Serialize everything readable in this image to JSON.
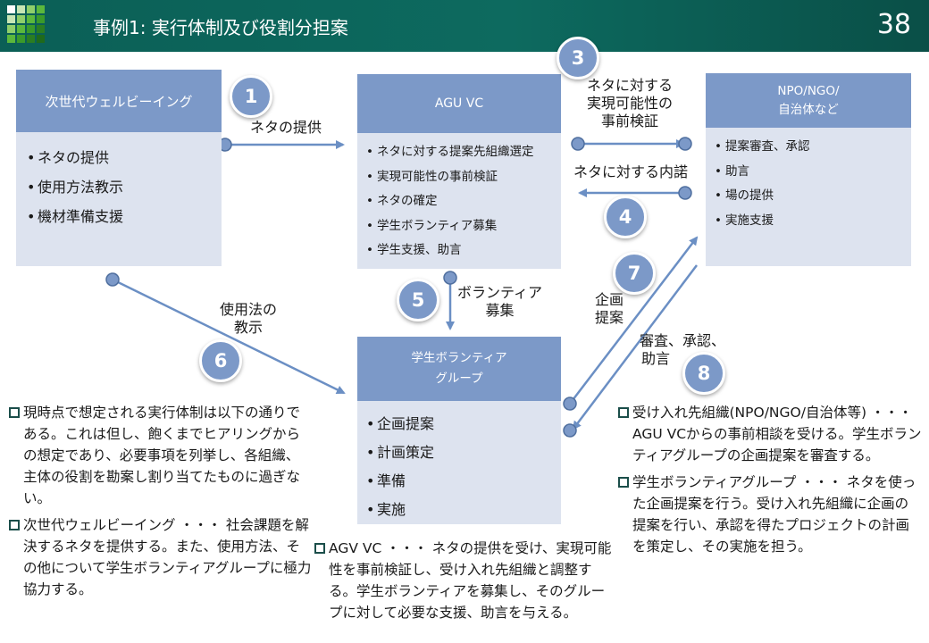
{
  "header": {
    "title": "事例1: 実行体制及び役割分担案",
    "page_number": "38"
  },
  "boxes": {
    "next_gen": {
      "title": "次世代ウェルビーイング",
      "items": [
        "ネタの提供",
        "使用方法教示",
        "機材準備支援"
      ]
    },
    "agu": {
      "title": "AGU VC",
      "items": [
        "ネタに対する提案先組織選定",
        "実現可能性の事前検証",
        "ネタの確定",
        "学生ボランティア募集",
        "学生支援、助言"
      ]
    },
    "npo": {
      "title_line1": "NPO/NGO/",
      "title_line2": "自治体など",
      "items": [
        "提案審査、承認",
        "助言",
        "場の提供",
        "実施支援"
      ]
    },
    "students": {
      "title_line1": "学生ボランティア",
      "title_line2": "グループ",
      "items": [
        "企画提案",
        "計画策定",
        "準備",
        "実施"
      ]
    }
  },
  "badges": [
    "1",
    "3",
    "4",
    "5",
    "6",
    "7",
    "8"
  ],
  "labels": {
    "neta_teikyo": "ネタの提供",
    "kensho_line1": "ネタに対する",
    "kensho_line2": "実現可能性の",
    "kensho_line3": "事前検証",
    "naidaku": "ネタに対する内諾",
    "boshu_line1": "ボランティア",
    "boshu_line2": "募集",
    "kyoji_line1": "使用法の",
    "kyoji_line2": "教示",
    "kikaku_line1": "企画",
    "kikaku_line2": "提案",
    "shinsa_line1": "審査、承認、",
    "shinsa_line2": "助言"
  },
  "paragraphs": {
    "left": [
      "現時点で想定される実行体制は以下の通りである。これは但し、飽くまでヒアリングからの想定であり、必要事項を列挙し、各組織、主体の役割を勘案し割り当てたものに過ぎない。",
      "次世代ウェルビーイング ・・・ 社会課題を解決するネタを提供する。また、使用方法、その他について学生ボランティアグループに極力協力する。"
    ],
    "middle": [
      "AGV VC ・・・ ネタの提供を受け、実現可能性を事前検証し、受け入れ先組織と調整する。学生ボランティアを募集し、そのグループに対して必要な支援、助言を与える。"
    ],
    "right": [
      "受け入れ先組織(NPO/NGO/自治体等) ・・・ AGU VCからの事前相談を受ける。学生ボランティアグループの企画提案を審査する。",
      "学生ボランティアグループ ・・・ ネタを使った企画提案を行う。受け入れ先組織に企画の提案を行い、承認を得たプロジェクトの計画を策定し、その実施を担う。"
    ]
  },
  "colors": {
    "header": "#0b5f56",
    "box_head": "#7c99c8",
    "box_body": "#dde3ef",
    "connector": "#6b8fc4"
  }
}
